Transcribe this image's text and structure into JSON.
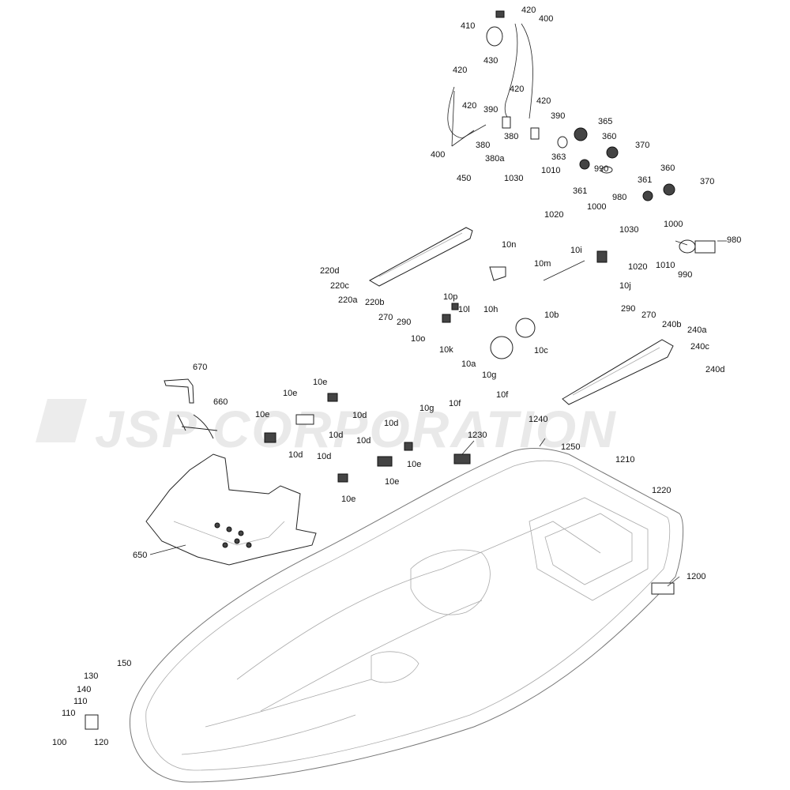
{
  "watermark": "JSP CORPORATION",
  "callouts": {
    "c410": "410",
    "c420a": "420",
    "c400a": "400",
    "c430": "430",
    "c420b": "420",
    "c420c": "420",
    "c390a": "390",
    "c420d": "420",
    "c420e": "420",
    "c390b": "390",
    "c380a": "380",
    "c380b": "380",
    "c380a2": "380a",
    "c400b": "400",
    "c365": "365",
    "c360a": "360",
    "c363": "363",
    "c370a": "370",
    "c450": "450",
    "c1030a": "1030",
    "c1010a": "1010",
    "c990a": "990",
    "c361a": "361",
    "c980a": "980",
    "c1000a": "1000",
    "c1020a": "1020",
    "c360b": "360",
    "c361b": "361",
    "c370b": "370",
    "c1030b": "1030",
    "c1000b": "1000",
    "c980b": "980",
    "c1020b": "1020",
    "c1010b": "1010",
    "c990b": "990",
    "c10i": "10i",
    "c10j": "10j",
    "c10n": "10n",
    "c10m": "10m",
    "c220d": "220d",
    "c220c": "220c",
    "c220a": "220a",
    "c220b": "220b",
    "c270a": "270",
    "c290a": "290",
    "c10p": "10p",
    "c10l": "10l",
    "c10h": "10h",
    "c10b": "10b",
    "c10o": "10o",
    "c10k": "10k",
    "c10c": "10c",
    "c10a": "10a",
    "c10g": "10g",
    "c10f": "10f",
    "c290b": "290",
    "c270b": "270",
    "c240b": "240b",
    "c240a": "240a",
    "c240c": "240c",
    "c240d": "240d",
    "c670": "670",
    "c660": "660",
    "c10e1": "10e",
    "c10e2": "10e",
    "c10e3": "10e",
    "c10d1": "10d",
    "c10d2": "10d",
    "c10d3": "10d",
    "c10d4": "10d",
    "c10d5": "10d",
    "c10d6": "10d",
    "c10e4": "10e",
    "c10e5": "10e",
    "c10e6": "10e",
    "c10g2": "10g",
    "c10f2": "10f",
    "c1240": "1240",
    "c1250": "1250",
    "c1230": "1230",
    "c1210": "1210",
    "c1220": "1220",
    "c650": "650",
    "c1200": "1200",
    "c150": "150",
    "c130": "130",
    "c140": "140",
    "c110a": "110",
    "c110b": "110",
    "c100": "100",
    "c120": "120"
  }
}
